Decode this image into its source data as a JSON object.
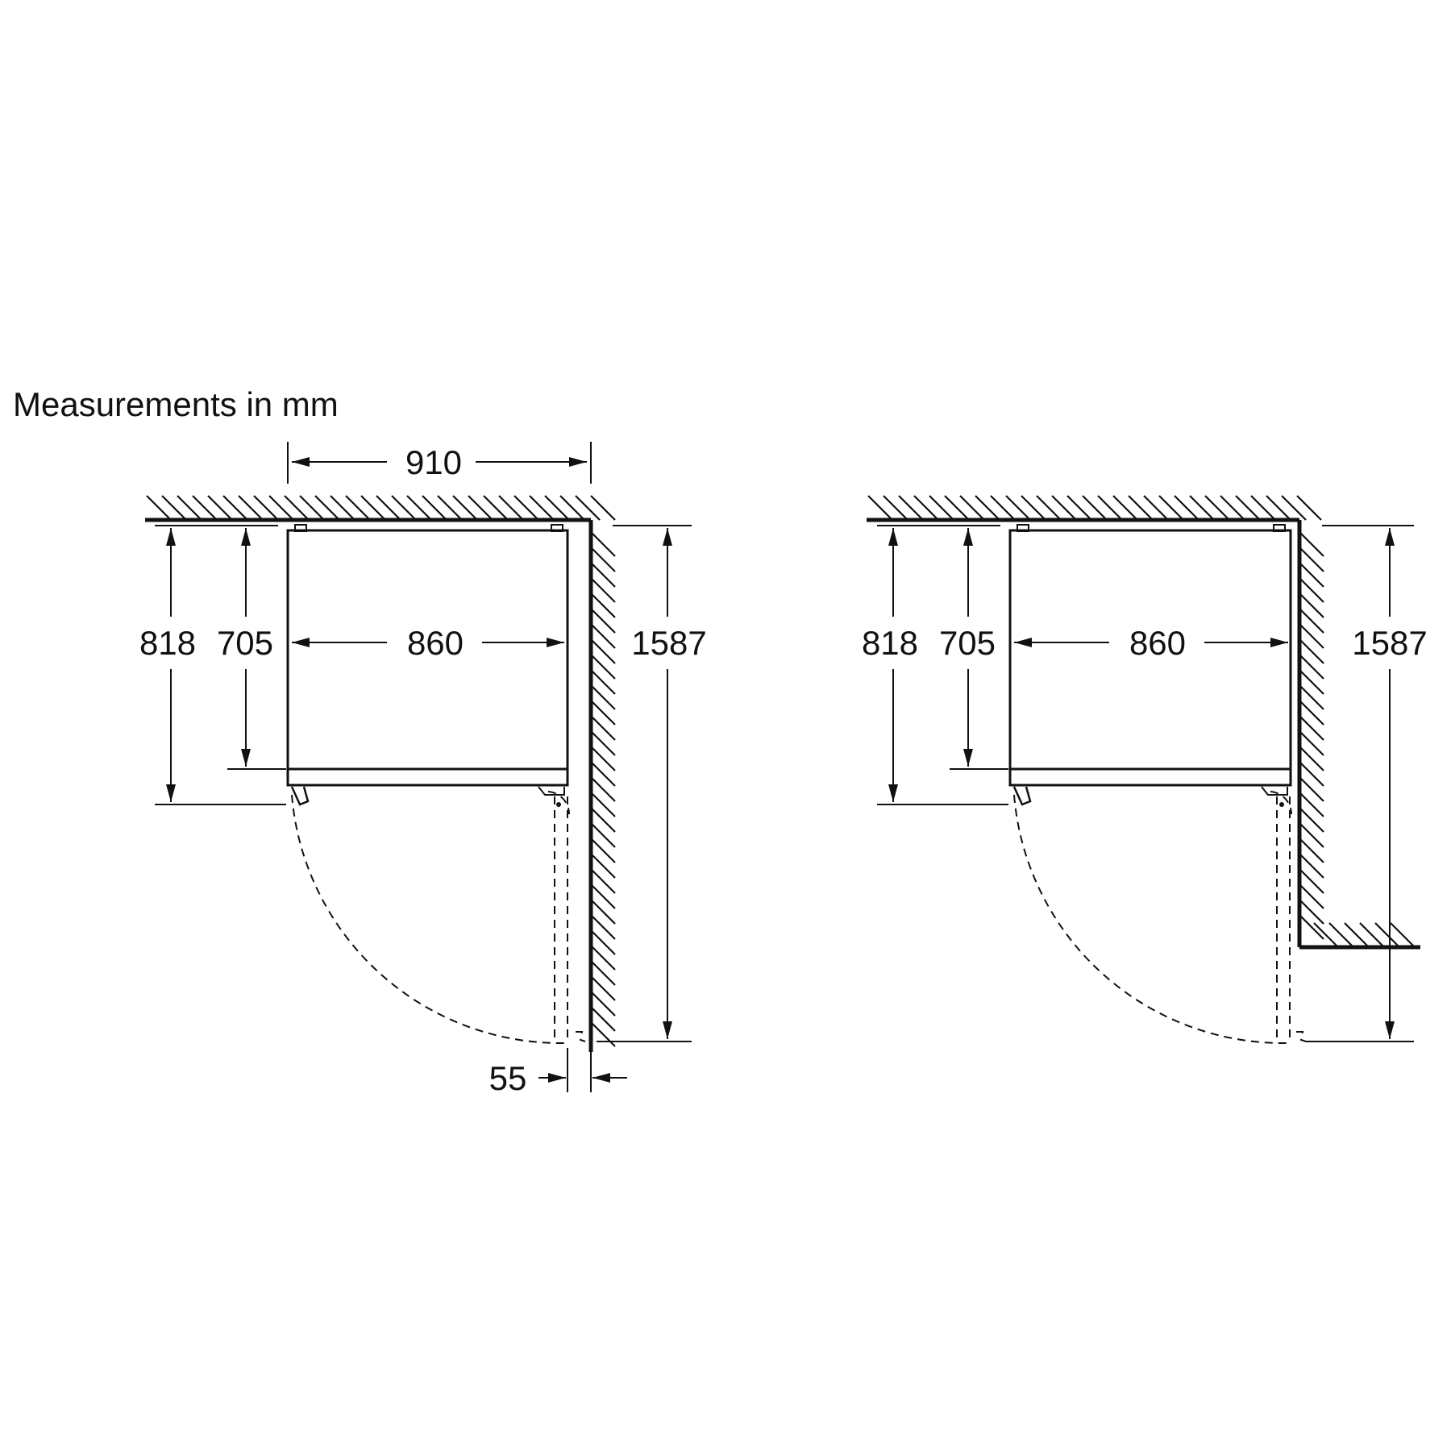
{
  "caption": "Measurements in mm",
  "colors": {
    "ink": "#111111",
    "background": "#ffffff"
  },
  "diagram_left": {
    "dim_total_width": "910",
    "dim_niche_width": "860",
    "dim_depth_with_door": "818",
    "dim_body_depth": "705",
    "dim_door_swing": "1587",
    "dim_wall_gap": "55"
  },
  "diagram_right": {
    "dim_depth_with_door": "818",
    "dim_body_depth": "705",
    "dim_niche_width": "860",
    "dim_door_swing": "1587"
  }
}
